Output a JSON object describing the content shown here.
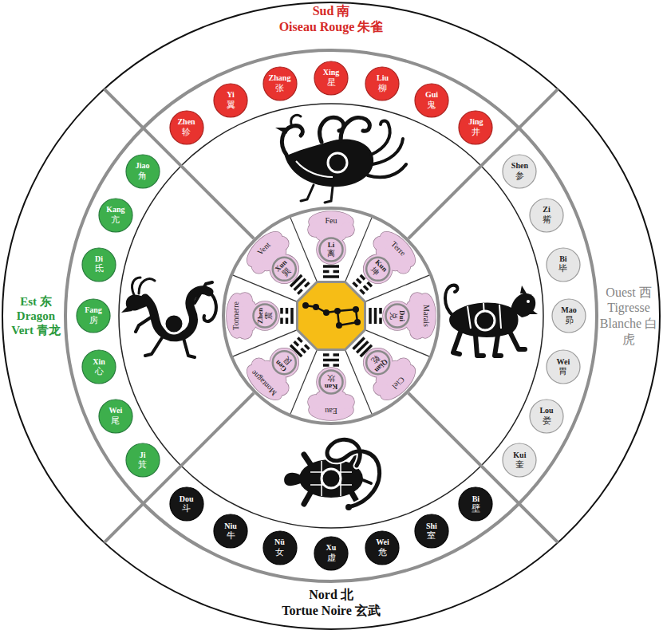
{
  "diagram": {
    "nodes": [
      {
        "text": [
          "Sud 南",
          "Oiseau Rouge 朱雀"
        ]
      },
      {
        "text": [
          "Zhen",
          "轸"
        ],
        "in": 0
      },
      {
        "text": [
          "Yi",
          "翼"
        ],
        "in": 0
      },
      {
        "text": [
          "Zhang",
          "张"
        ],
        "in": 0
      },
      {
        "text": [
          "Xing",
          "星"
        ],
        "in": 0
      },
      {
        "text": [
          "Liu",
          "柳"
        ],
        "in": 0
      },
      {
        "text": [
          "Gui",
          "鬼"
        ],
        "in": 0
      },
      {
        "text": [
          "Jing",
          "井"
        ],
        "in": 0
      },
      {
        "text": [
          "Est 东",
          "Dragon Vert 青龙"
        ]
      },
      {
        "text": [
          "Jiao",
          "角"
        ],
        "in": 8
      },
      {
        "text": [
          "Kang",
          "亢"
        ],
        "in": 8
      },
      {
        "text": [
          "Di",
          "氐"
        ],
        "in": 8
      },
      {
        "text": [
          "Fang",
          "房"
        ],
        "in": 8
      },
      {
        "text": [
          "Xin",
          "心"
        ],
        "in": 8
      },
      {
        "text": [
          "Wei",
          "尾"
        ],
        "in": 8
      },
      {
        "text": [
          "Ji",
          "箕"
        ],
        "in": 8
      },
      {
        "text": [
          "Ouest 西",
          "Tigresse Blanche 白虎"
        ]
      },
      {
        "text": [
          "Shen",
          "参"
        ],
        "in": 16
      },
      {
        "text": [
          "Zi",
          "觜"
        ],
        "in": 16
      },
      {
        "text": [
          "Bi",
          "毕"
        ],
        "in": 16
      },
      {
        "text": [
          "Mao",
          "昴"
        ],
        "in": 16
      },
      {
        "text": [
          "Wei",
          "胃"
        ],
        "in": 16
      },
      {
        "text": [
          "Lou",
          "娄"
        ],
        "in": 16
      },
      {
        "text": [
          "Kui",
          "奎"
        ],
        "in": 16
      },
      {
        "text": [
          "Nord 北",
          "Tortue Noire 玄武"
        ]
      },
      {
        "text": [
          "Dou",
          "斗"
        ],
        "in": 24
      },
      {
        "text": [
          "Niu",
          "牛"
        ],
        "in": 24
      },
      {
        "text": [
          "Nü",
          "女"
        ],
        "in": 24
      },
      {
        "text": [
          "Xu",
          "虚"
        ],
        "in": 24
      },
      {
        "text": [
          "Wei",
          "危"
        ],
        "in": 24
      },
      {
        "text": [
          "Shi",
          "室"
        ],
        "in": 24
      },
      {
        "text": [
          "Bi",
          "壁"
        ],
        "in": 24
      },
      {
        "text": [
          "Feu"
        ]
      },
      {
        "text": [
          "Li",
          "离"
        ],
        "in": 32
      },
      {
        "text": [
          "Terre"
        ]
      },
      {
        "text": [
          "Kun",
          "坤"
        ],
        "in": 34
      },
      {
        "text": [
          "Marais"
        ]
      },
      {
        "text": [
          "Dui",
          "兑"
        ],
        "in": 36
      },
      {
        "text": [
          "Ciel"
        ]
      },
      {
        "text": [
          "Qian",
          "乾"
        ],
        "in": 38
      },
      {
        "text": [
          "Eau"
        ]
      },
      {
        "text": [
          "Kan",
          "坎"
        ],
        "in": 40
      },
      {
        "text": [
          "Montagne"
        ]
      },
      {
        "text": [
          "Gen",
          "艮"
        ],
        "in": 42
      },
      {
        "text": [
          "Tonnerre"
        ]
      },
      {
        "text": [
          "Zhen",
          "震"
        ],
        "in": 44
      },
      {
        "text": [
          "Vent"
        ]
      },
      {
        "text": [
          "Xun",
          "巽"
        ],
        "in": 46
      }
    ]
  }
}
